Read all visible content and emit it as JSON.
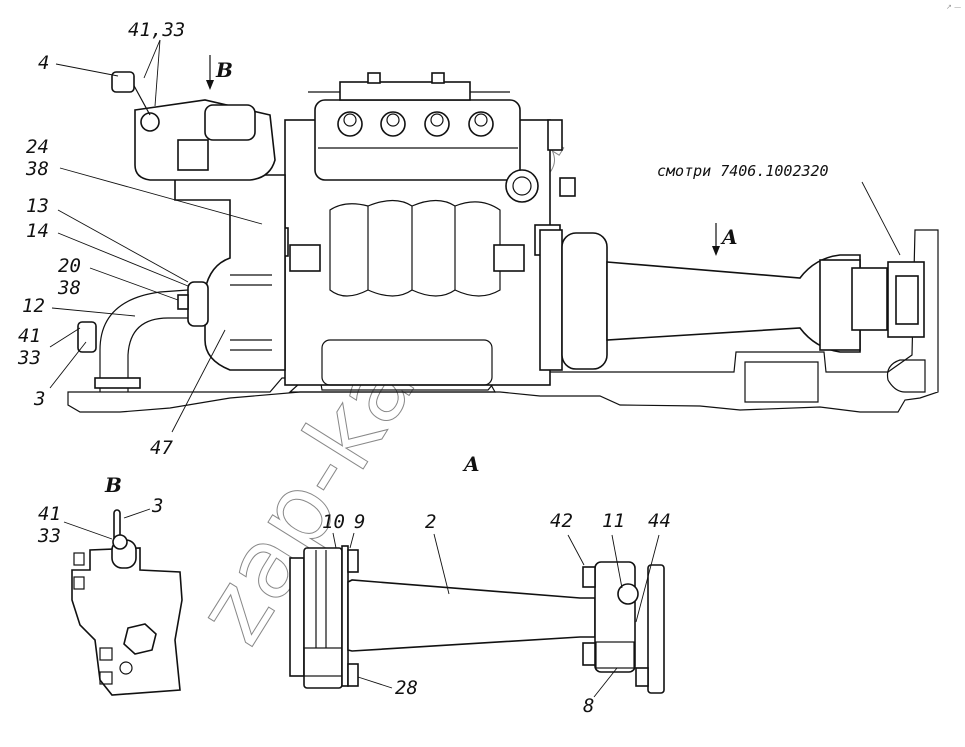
{
  "drawing": {
    "watermark": "zap-kama.ru",
    "corner_mark": "↗ —",
    "reference_note": "смотри 7406.1002320",
    "view_labels": {
      "arrow_b": "B",
      "arrow_a": "A",
      "view_a_title": "A",
      "view_b_title": "B"
    },
    "main_view_callouts": [
      {
        "id": "4",
        "text": "4"
      },
      {
        "id": "41-33-top",
        "text": "41,33"
      },
      {
        "id": "24",
        "text": "24"
      },
      {
        "id": "38-upper",
        "text": "38"
      },
      {
        "id": "13",
        "text": "13"
      },
      {
        "id": "14",
        "text": "14"
      },
      {
        "id": "20",
        "text": "20"
      },
      {
        "id": "38-lower",
        "text": "38"
      },
      {
        "id": "12",
        "text": "12"
      },
      {
        "id": "41-left",
        "text": "41"
      },
      {
        "id": "33-left",
        "text": "33"
      },
      {
        "id": "3-left",
        "text": "3"
      },
      {
        "id": "47",
        "text": "47"
      }
    ],
    "view_b_callouts": [
      {
        "id": "41-b",
        "text": "41"
      },
      {
        "id": "33-b",
        "text": "33"
      },
      {
        "id": "3-b",
        "text": "3"
      }
    ],
    "view_a_callouts": [
      {
        "id": "10",
        "text": "10"
      },
      {
        "id": "9",
        "text": "9"
      },
      {
        "id": "2",
        "text": "2"
      },
      {
        "id": "28",
        "text": "28"
      },
      {
        "id": "42",
        "text": "42"
      },
      {
        "id": "11",
        "text": "11"
      },
      {
        "id": "44",
        "text": "44"
      },
      {
        "id": "8",
        "text": "8"
      }
    ]
  }
}
